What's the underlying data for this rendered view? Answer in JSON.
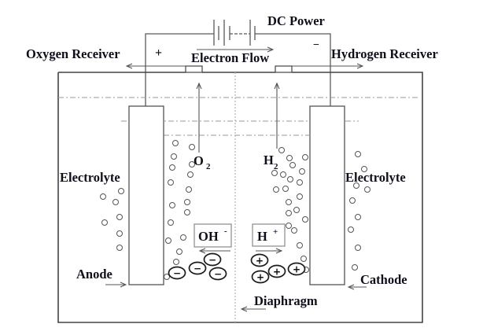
{
  "diagram": {
    "power": {
      "label": "DC Power",
      "positive_sign": "+",
      "negative_sign": "−"
    },
    "electron_flow": {
      "label": "Electron Flow"
    },
    "receivers": {
      "oxygen": "Oxygen Receiver",
      "hydrogen": "Hydrogen Receiver"
    },
    "electrolyte": {
      "left": "Electrolyte",
      "right": "Electrolyte"
    },
    "gases": {
      "oxygen": {
        "symbol": "O",
        "subscript": "2"
      },
      "hydrogen": {
        "symbol": "H",
        "subscript": "2"
      }
    },
    "ions": {
      "hydroxide": {
        "symbol": "OH",
        "charge": "-"
      },
      "hydrogen": {
        "symbol": "H",
        "charge": "+"
      },
      "anion_sign": "−",
      "cation_sign": "+"
    },
    "electrodes": {
      "anode": "Anode",
      "cathode": "Cathode"
    },
    "separator": {
      "label": "Diaphragm"
    }
  }
}
